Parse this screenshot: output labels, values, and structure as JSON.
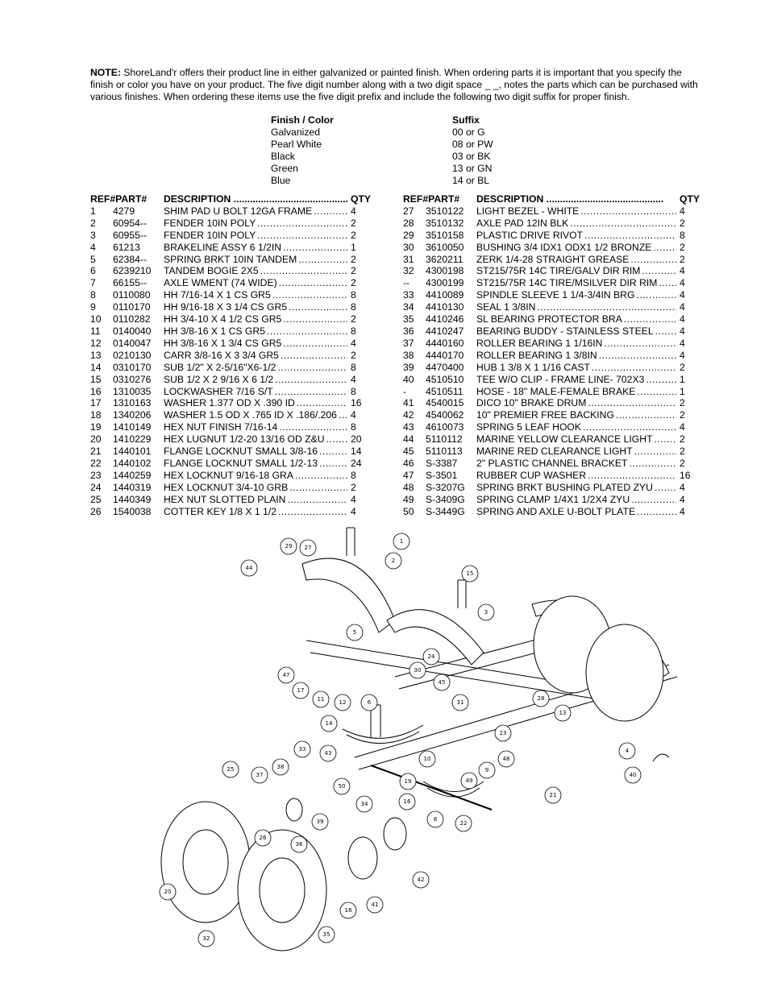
{
  "note": {
    "label": "NOTE:",
    "text": "ShoreLand'r offers their product line in either galvanized or painted finish. When ordering parts it is important that you specify the finish or color you have on your product. The five digit number along with a two digit space _ _, notes the parts which can be purchased with various finishes. When ordering these items use the five digit prefix and include the following two digit suffix for proper finish."
  },
  "finish_table": {
    "header_finish": "Finish / Color",
    "header_suffix": "Suffix",
    "rows": [
      {
        "finish": "Galvanized",
        "suffix": "00 or G"
      },
      {
        "finish": "Pearl White",
        "suffix": "08 or PW"
      },
      {
        "finish": "Black",
        "suffix": "03 or BK"
      },
      {
        "finish": "Green",
        "suffix": "13 or GN"
      },
      {
        "finish": "Blue",
        "suffix": "14 or BL"
      }
    ]
  },
  "parts_header": {
    "ref_part": "REF#PART#",
    "description": "DESCRIPTION ...........................................",
    "qty": "QTY"
  },
  "parts_left": [
    {
      "ref": "1",
      "part": "4279",
      "desc": "SHIM PAD   U BOLT 12GA FRAME",
      "qty": "4"
    },
    {
      "ref": "2",
      "part": "60954--",
      "desc": "FENDER   10IN POLY",
      "qty": "2"
    },
    {
      "ref": "3",
      "part": "60955--",
      "desc": "FENDER   10IN POLY",
      "qty": "2"
    },
    {
      "ref": "4",
      "part": "61213",
      "desc": "BRAKELINE ASSY  6 1/2IN",
      "qty": "1"
    },
    {
      "ref": "5",
      "part": "62384--",
      "desc": "SPRING BRKT   10IN TANDEM",
      "qty": "2"
    },
    {
      "ref": "6",
      "part": "6239210",
      "desc": "TANDEM BOGIE   2X5",
      "qty": "2"
    },
    {
      "ref": "7",
      "part": "66155--",
      "desc": "AXLE WMENT (74 WIDE)",
      "qty": "2"
    },
    {
      "ref": "8",
      "part": "0110080",
      "desc": "HH 7/16-14 X 1 CS GR5",
      "qty": "8"
    },
    {
      "ref": "9",
      "part": "0110170",
      "desc": "HH 9/16-18 X 3 1/4 CS GR5",
      "qty": "8"
    },
    {
      "ref": "10",
      "part": "0110282",
      "desc": "HH 3/4-10 X 4 1/2 CS GR5",
      "qty": "2"
    },
    {
      "ref": "11",
      "part": "0140040",
      "desc": "HH 3/8-16 X 1 CS GR5",
      "qty": "8"
    },
    {
      "ref": "12",
      "part": "0140047",
      "desc": "HH 3/8-16 X 1 3/4 CS GR5",
      "qty": "4"
    },
    {
      "ref": "13",
      "part": "0210130",
      "desc": "CARR 3/8-16 X 3 3/4 GR5",
      "qty": "2"
    },
    {
      "ref": "14",
      "part": "0310170",
      "desc": "SUB 1/2\" X 2-5/16\"X6-1/2",
      "qty": "8"
    },
    {
      "ref": "15",
      "part": "0310276",
      "desc": "SUB 1/2 X 2 9/16 X 6 1/2",
      "qty": "4"
    },
    {
      "ref": "16",
      "part": "1310035",
      "desc": "LOCKWASHER 7/16 S/T",
      "qty": "8"
    },
    {
      "ref": "17",
      "part": "1310163",
      "desc": "WASHER 1.377 OD X .390 ID",
      "qty": "16"
    },
    {
      "ref": "18",
      "part": "1340206",
      "desc": "WASHER 1.5 OD X .765 ID X .186/.206",
      "qty": "4"
    },
    {
      "ref": "19",
      "part": "1410149",
      "desc": "HEX NUT FINISH 7/16-14",
      "qty": "8"
    },
    {
      "ref": "20",
      "part": "1410229",
      "desc": "HEX LUGNUT 1/2-20 13/16 OD Z&U",
      "qty": "20"
    },
    {
      "ref": "21",
      "part": "1440101",
      "desc": "FLANGE LOCKNUT SMALL 3/8-16",
      "qty": "14"
    },
    {
      "ref": "22",
      "part": "1440102",
      "desc": "FLANGE LOCKNUT SMALL 1/2-13",
      "qty": "24"
    },
    {
      "ref": "23",
      "part": "1440259",
      "desc": "HEX LOCKNUT 9/16-18 GRA",
      "qty": "8"
    },
    {
      "ref": "24",
      "part": "1440319",
      "desc": "HEX LOCKNUT 3/4-10 GRB",
      "qty": "2"
    },
    {
      "ref": "25",
      "part": "1440349",
      "desc": "HEX NUT SLOTTED PLAIN",
      "qty": "4"
    },
    {
      "ref": "26",
      "part": "1540038",
      "desc": "COTTER KEY 1/8 X 1 1/2",
      "qty": "4"
    }
  ],
  "parts_right": [
    {
      "ref": "27",
      "part": "3510122",
      "desc": "LIGHT BEZEL - WHITE",
      "qty": "4"
    },
    {
      "ref": "28",
      "part": "3510132",
      "desc": "AXLE PAD 12IN  BLK",
      "qty": "2"
    },
    {
      "ref": "29",
      "part": "3510158",
      "desc": "PLASTIC DRIVE RIVOT",
      "qty": "8"
    },
    {
      "ref": "30",
      "part": "3610050",
      "desc": "BUSHING  3/4 IDX1 ODX1 1/2 BRONZE",
      "qty": "2"
    },
    {
      "ref": "31",
      "part": "3620211",
      "desc": "ZERK  1/4-28 STRAIGHT GREASE",
      "qty": "2"
    },
    {
      "ref": "32",
      "part": "4300198",
      "desc": "ST215/75R 14C TIRE/GALV DIR RIM",
      "qty": "4"
    },
    {
      "ref": "--",
      "part": "4300199",
      "desc": "ST215/75R 14C TIRE/MSILVER DIR RIM",
      "qty": "4"
    },
    {
      "ref": "33",
      "part": "4410089",
      "desc": "SPINDLE SLEEVE  1 1/4-3/4IN BRG",
      "qty": "4"
    },
    {
      "ref": "34",
      "part": "4410130",
      "desc": "SEAL  1 3/8IN",
      "qty": "4"
    },
    {
      "ref": "35",
      "part": "4410246",
      "desc": "SL BEARING PROTECTOR BRA",
      "qty": "4"
    },
    {
      "ref": "36",
      "part": "4410247",
      "desc": "BEARING BUDDY - STAINLESS STEEL",
      "qty": "4"
    },
    {
      "ref": "37",
      "part": "4440160",
      "desc": "ROLLER BEARING   1 1/16IN",
      "qty": "4"
    },
    {
      "ref": "38",
      "part": "4440170",
      "desc": "ROLLER BEARING   1 3/8IN",
      "qty": "4"
    },
    {
      "ref": "39",
      "part": "4470400",
      "desc": "HUB   1 3/8 X 1 1/16 CAST",
      "qty": "2"
    },
    {
      "ref": "40",
      "part": "4510510",
      "desc": "TEE W/O CLIP - FRAME LINE- 702X3",
      "qty": "1"
    },
    {
      "ref": "-",
      "part": "4510511",
      "desc": "HOSE - 18\" MALE-FEMALE BRAKE",
      "qty": "1"
    },
    {
      "ref": "41",
      "part": "4540015",
      "desc": "DICO 10\" BRAKE DRUM",
      "qty": "2"
    },
    {
      "ref": "42",
      "part": "4540062",
      "desc": "10\" PREMIER FREE BACKING",
      "qty": "2"
    },
    {
      "ref": "43",
      "part": "4610073",
      "desc": "SPRING  5 LEAF HOOK",
      "qty": "4"
    },
    {
      "ref": "44",
      "part": "5110112",
      "desc": "MARINE YELLOW CLEARANCE LIGHT",
      "qty": "2"
    },
    {
      "ref": "45",
      "part": "5110113",
      "desc": "MARINE RED CLEARANCE LIGHT",
      "qty": "2"
    },
    {
      "ref": "46",
      "part": "S-3387",
      "desc": "2\" PLASTIC CHANNEL BRACKET",
      "qty": "2"
    },
    {
      "ref": "47",
      "part": "S-3501",
      "desc": "RUBBER CUP WASHER",
      "qty": "16"
    },
    {
      "ref": "48",
      "part": "S-3207G",
      "desc": "SPRING BRKT BUSHING PLATED ZYU",
      "qty": "4"
    },
    {
      "ref": "49",
      "part": "S-3409G",
      "desc": "SPRING CLAMP   1/4X1 1/2X4  ZYU",
      "qty": "4"
    },
    {
      "ref": "50",
      "part": "S-3449G",
      "desc": "SPRING AND AXLE U-BOLT PLATE",
      "qty": "4"
    }
  ],
  "callouts": [
    "1",
    "2",
    "3",
    "4",
    "5",
    "6",
    "8",
    "9",
    "10",
    "11",
    "12",
    "13",
    "14",
    "15",
    "16",
    "17",
    "18",
    "19",
    "20",
    "21",
    "22",
    "23",
    "24",
    "25",
    "26",
    "27",
    "28",
    "29",
    "30",
    "31",
    "32",
    "33",
    "34",
    "35",
    "36",
    "37",
    "38",
    "39",
    "40",
    "41",
    "42",
    "43",
    "44",
    "45",
    "47",
    "48",
    "49",
    "50"
  ]
}
